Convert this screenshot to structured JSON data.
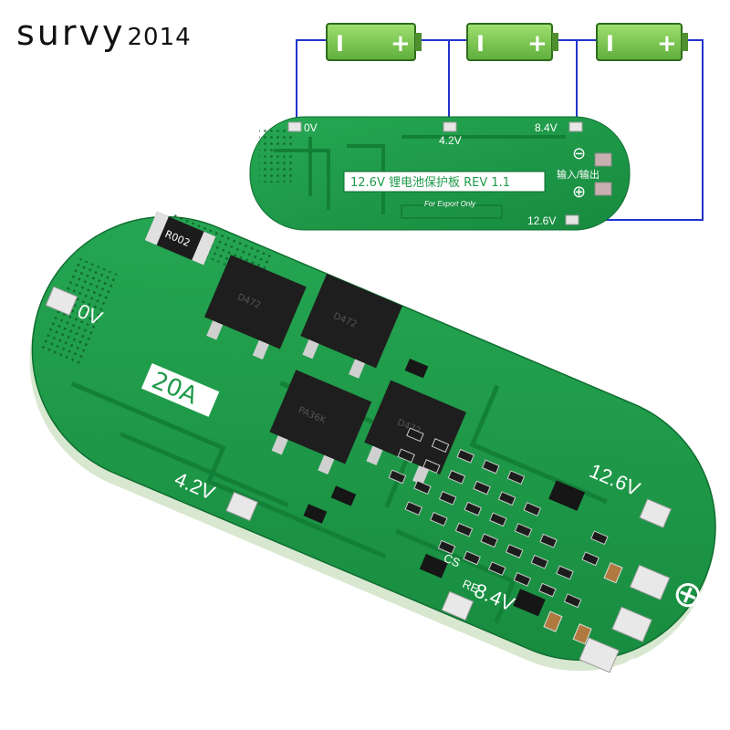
{
  "brand": {
    "name": "survy",
    "year": "2014"
  },
  "top_board": {
    "label": "12.6V 锂电池保护板 REV 1.1",
    "pad_labels": [
      "0V",
      "4.2V",
      "8.4V",
      "12.6V"
    ],
    "side_label": "输入/输出",
    "small_print": "For Export Only",
    "batteries": [
      {
        "minus": "I",
        "plus": "+"
      },
      {
        "minus": "I",
        "plus": "+"
      },
      {
        "minus": "I",
        "plus": "+"
      }
    ],
    "plus_symbol": "⊕",
    "minus_symbol": "⊖"
  },
  "main_board": {
    "current_label": "20A",
    "pad_labels": [
      "0V",
      "4.2V",
      "8.4V",
      "12.6V"
    ],
    "shunt_label": "R002",
    "mosfet_marks": [
      "D472",
      "D472",
      "PA36K",
      "D472"
    ],
    "extra_marks": [
      "CS",
      "RE"
    ],
    "plus_symbol": "⊕",
    "minus_symbol": "⊖"
  },
  "colors": {
    "pcb_green": "#1f9a4a",
    "pcb_dark": "#137a36",
    "battery_green": "#7fce54",
    "wire_blue": "#2233cc"
  }
}
